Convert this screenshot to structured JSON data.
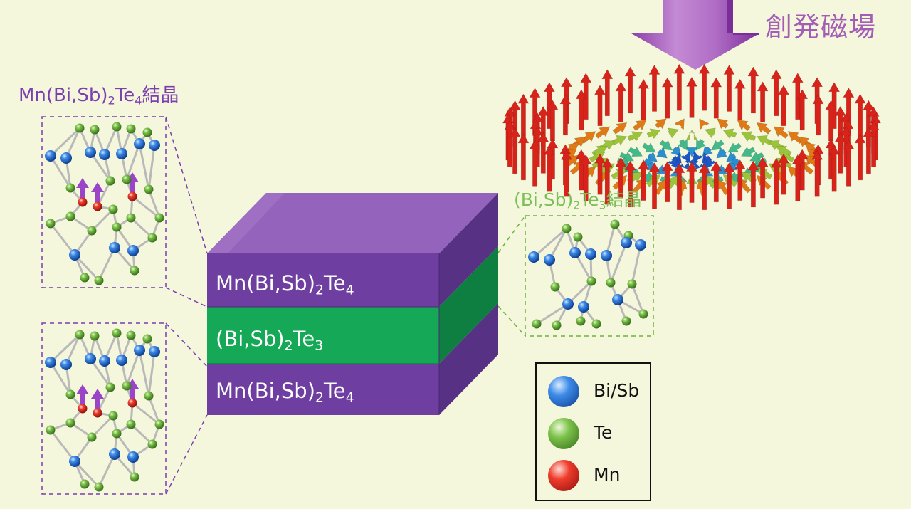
{
  "labels": {
    "crystal_mn": {
      "main": "Mn(Bi,Sb)",
      "sub1": "2",
      "mid": "Te",
      "sub2": "4",
      "tail": "結晶"
    },
    "crystal_bst": {
      "main": "(Bi,Sb)",
      "sub1": "2",
      "mid": "Te",
      "sub2": "3",
      "tail": "結晶"
    },
    "emergent_field": "創発磁場"
  },
  "layers": {
    "top": {
      "main": "Mn(Bi,Sb)",
      "sub1": "2",
      "mid": "Te",
      "sub2": "4"
    },
    "middle": {
      "main": "(Bi,Sb)",
      "sub1": "2",
      "mid": "Te",
      "sub2": "3"
    },
    "bottom": {
      "main": "Mn(Bi,Sb)",
      "sub1": "2",
      "mid": "Te",
      "sub2": "4"
    }
  },
  "legend": {
    "items": [
      {
        "label": "Bi/Sb",
        "color": "#1e6fd0"
      },
      {
        "label": "Te",
        "color": "#6ab43a"
      },
      {
        "label": "Mn",
        "color": "#e22a1f"
      }
    ]
  },
  "colors": {
    "purple_layer": "#6e3fa0",
    "green_layer": "#17a85a",
    "field_arrow": "#a35db7",
    "spin_up": "#d8231a",
    "spin_down": "#1c56c8"
  }
}
